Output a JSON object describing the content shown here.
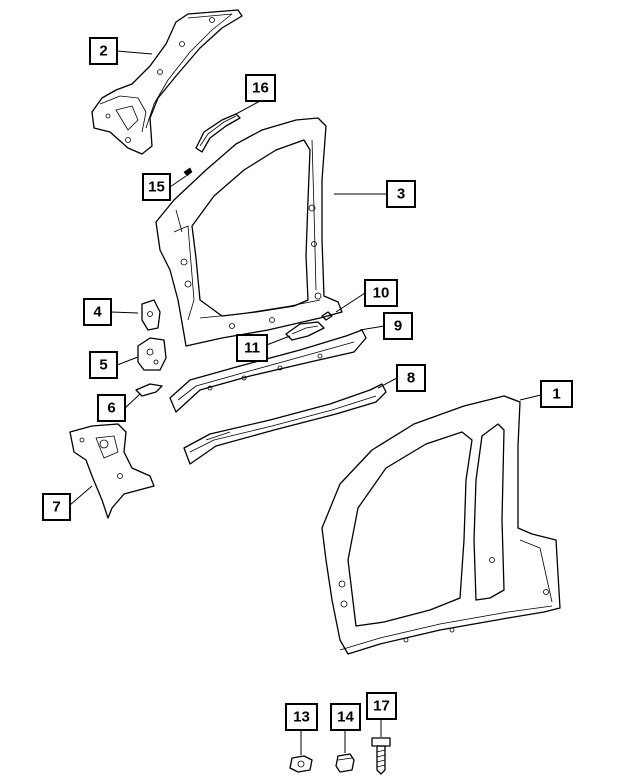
{
  "callouts": [
    {
      "id": "1",
      "label": "1"
    },
    {
      "id": "2",
      "label": "2"
    },
    {
      "id": "3",
      "label": "3"
    },
    {
      "id": "4",
      "label": "4"
    },
    {
      "id": "5",
      "label": "5"
    },
    {
      "id": "6",
      "label": "6"
    },
    {
      "id": "7",
      "label": "7"
    },
    {
      "id": "8",
      "label": "8"
    },
    {
      "id": "9",
      "label": "9"
    },
    {
      "id": "10",
      "label": "10"
    },
    {
      "id": "11",
      "label": "11"
    },
    {
      "id": "13",
      "label": "13"
    },
    {
      "id": "14",
      "label": "14"
    },
    {
      "id": "15",
      "label": "15"
    },
    {
      "id": "16",
      "label": "16"
    },
    {
      "id": "17",
      "label": "17"
    }
  ]
}
